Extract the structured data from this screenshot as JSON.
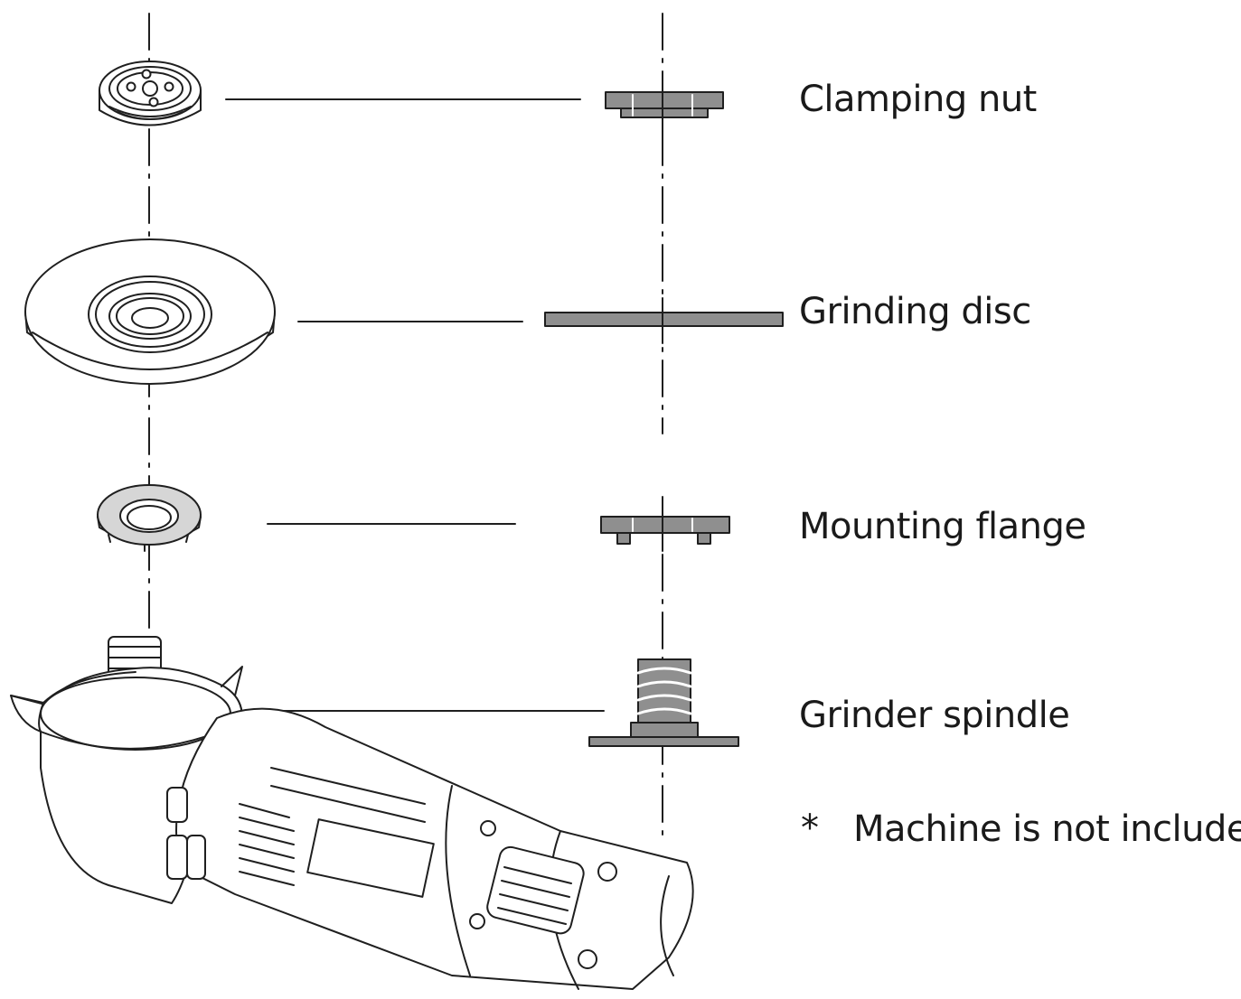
{
  "labels": {
    "clamping_nut": "Clamping nut",
    "grinding_disc": "Grinding disc",
    "mounting_flange": "Mounting flange",
    "grinder_spindle": "Grinder spindle"
  },
  "note": {
    "marker": "*",
    "text": "Machine is not included"
  },
  "colors": {
    "line": "#1f1f1f",
    "part_fill": "#8f8f8f",
    "light_fill": "#d6d6d6",
    "background": "#ffffff"
  }
}
